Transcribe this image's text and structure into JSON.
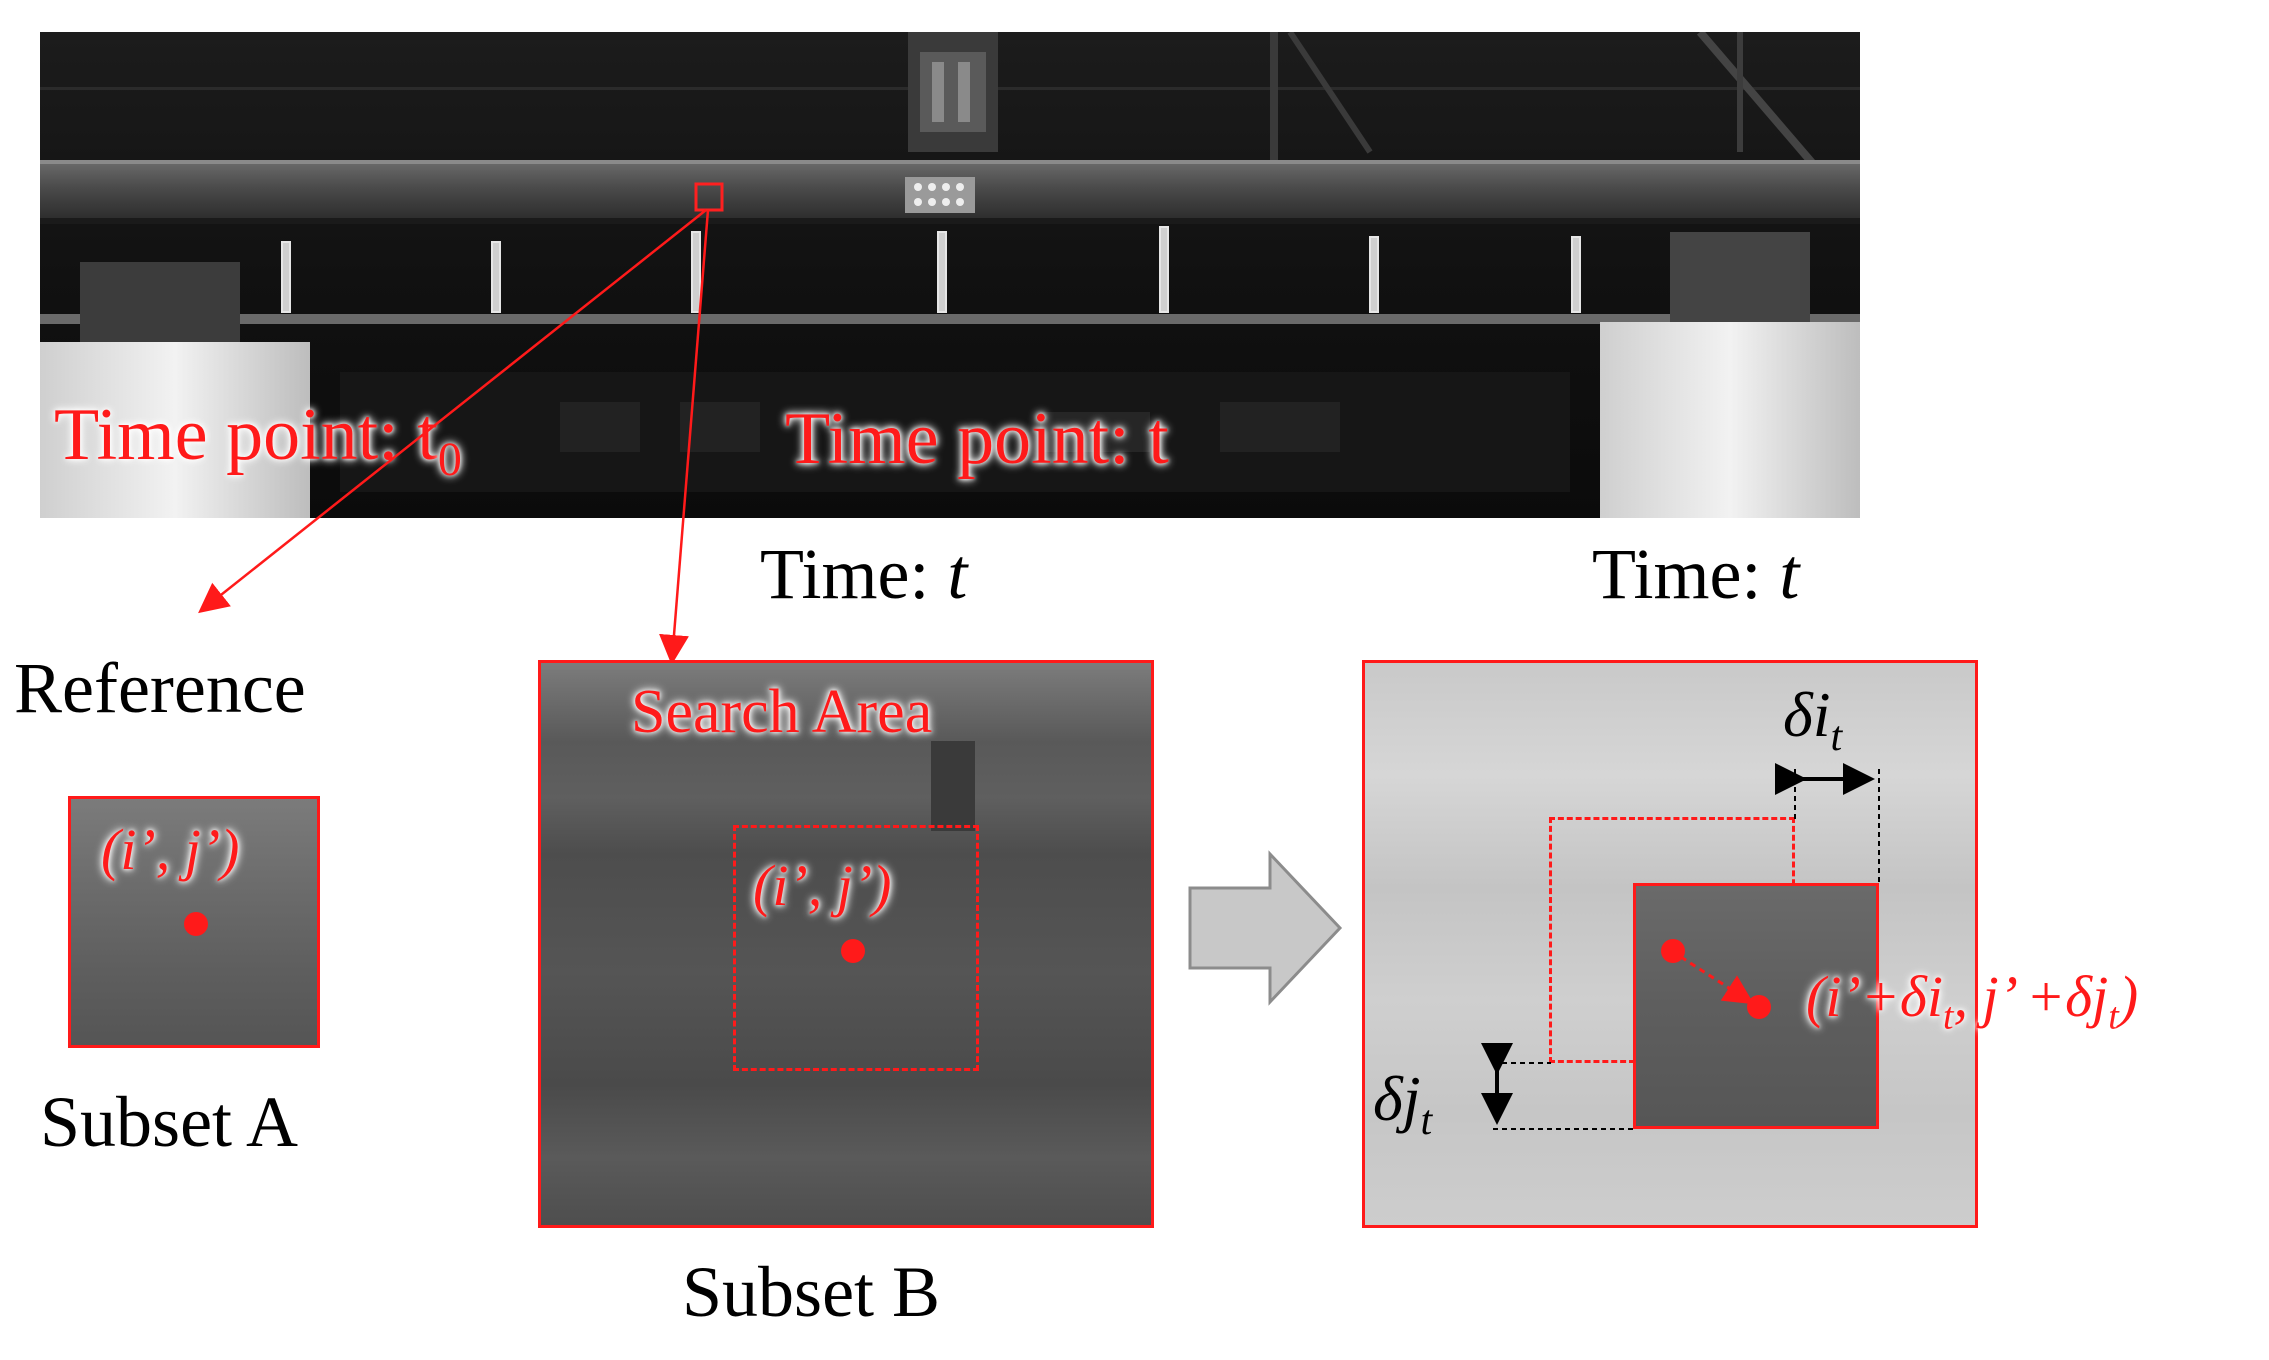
{
  "photo": {
    "label_t0_prefix": "Time point: t",
    "label_t0_sub": "0",
    "label_t": "Time point: t"
  },
  "labels": {
    "time_prefix_middle": "Time: ",
    "time_var_middle": "t",
    "time_prefix_right": "Time: ",
    "time_var_right": "t",
    "reference": "Reference",
    "subset_a": "Subset A",
    "subset_b": "Subset B",
    "search_area": "Search Area"
  },
  "coords": {
    "a_point": "(i’, j’)",
    "b_point": "(i’, j’)",
    "moved_point_1": "(i’+δi",
    "moved_sub_1": "t",
    "moved_point_2": ", j’ +δj",
    "moved_sub_2": "t",
    "moved_point_3": ")",
    "delta_i": "δi",
    "delta_i_sub": "t",
    "delta_j": "δj",
    "delta_j_sub": "t"
  },
  "colors": {
    "accent": "#ff1a1a",
    "arrow_fill": "#c8c8c8",
    "arrow_stroke": "#8c8c8c"
  }
}
